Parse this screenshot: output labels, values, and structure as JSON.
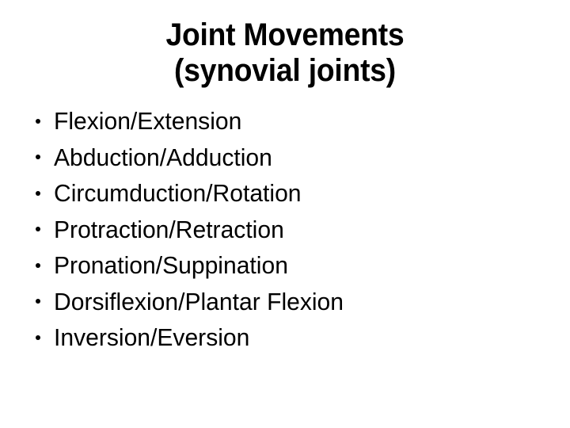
{
  "slide": {
    "background_color": "#ffffff",
    "text_color": "#000000",
    "title": {
      "line1": "Joint Movements",
      "line2": "(synovial joints)"
    },
    "bullets": [
      {
        "label": "Flexion/Extension"
      },
      {
        "label": "Abduction/Adduction"
      },
      {
        "label": "Circumduction/Rotation"
      },
      {
        "label": "Protraction/Retraction"
      },
      {
        "label": "Pronation/Suppination"
      },
      {
        "label": "Dorsiflexion/Plantar Flexion"
      },
      {
        "label": "Inversion/Eversion"
      }
    ]
  }
}
